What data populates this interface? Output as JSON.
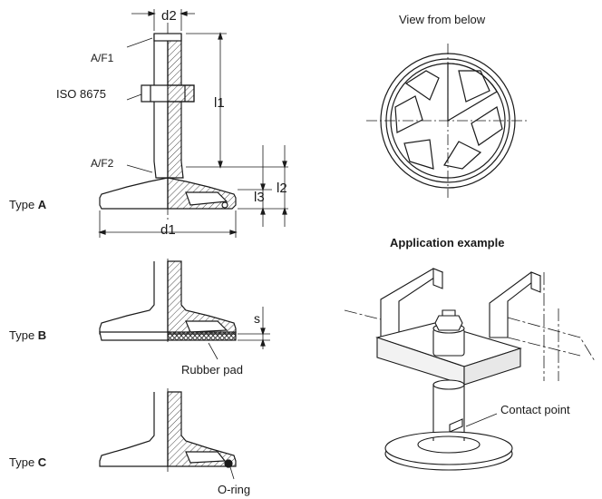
{
  "labels": {
    "d2": "d2",
    "d1": "d1",
    "l1": "l1",
    "l2": "l2",
    "l3": "l3",
    "s": "s",
    "af1": "A/F1",
    "af2": "A/F2",
    "iso": "ISO 8675",
    "type_a_prefix": "Type ",
    "type_a_letter": "A",
    "type_b_prefix": "Type ",
    "type_b_letter": "B",
    "type_c_prefix": "Type ",
    "type_c_letter": "C",
    "rubber_pad": "Rubber pad",
    "o_ring": "O-ring",
    "view_from_below": "View from below",
    "application_example": "Application example",
    "contact_point": "Contact point"
  },
  "colors": {
    "line": "#1a1a1a",
    "hatch": "#3a3a3a",
    "body_fill": "#ffffff",
    "shade": "#e6e6e6"
  }
}
